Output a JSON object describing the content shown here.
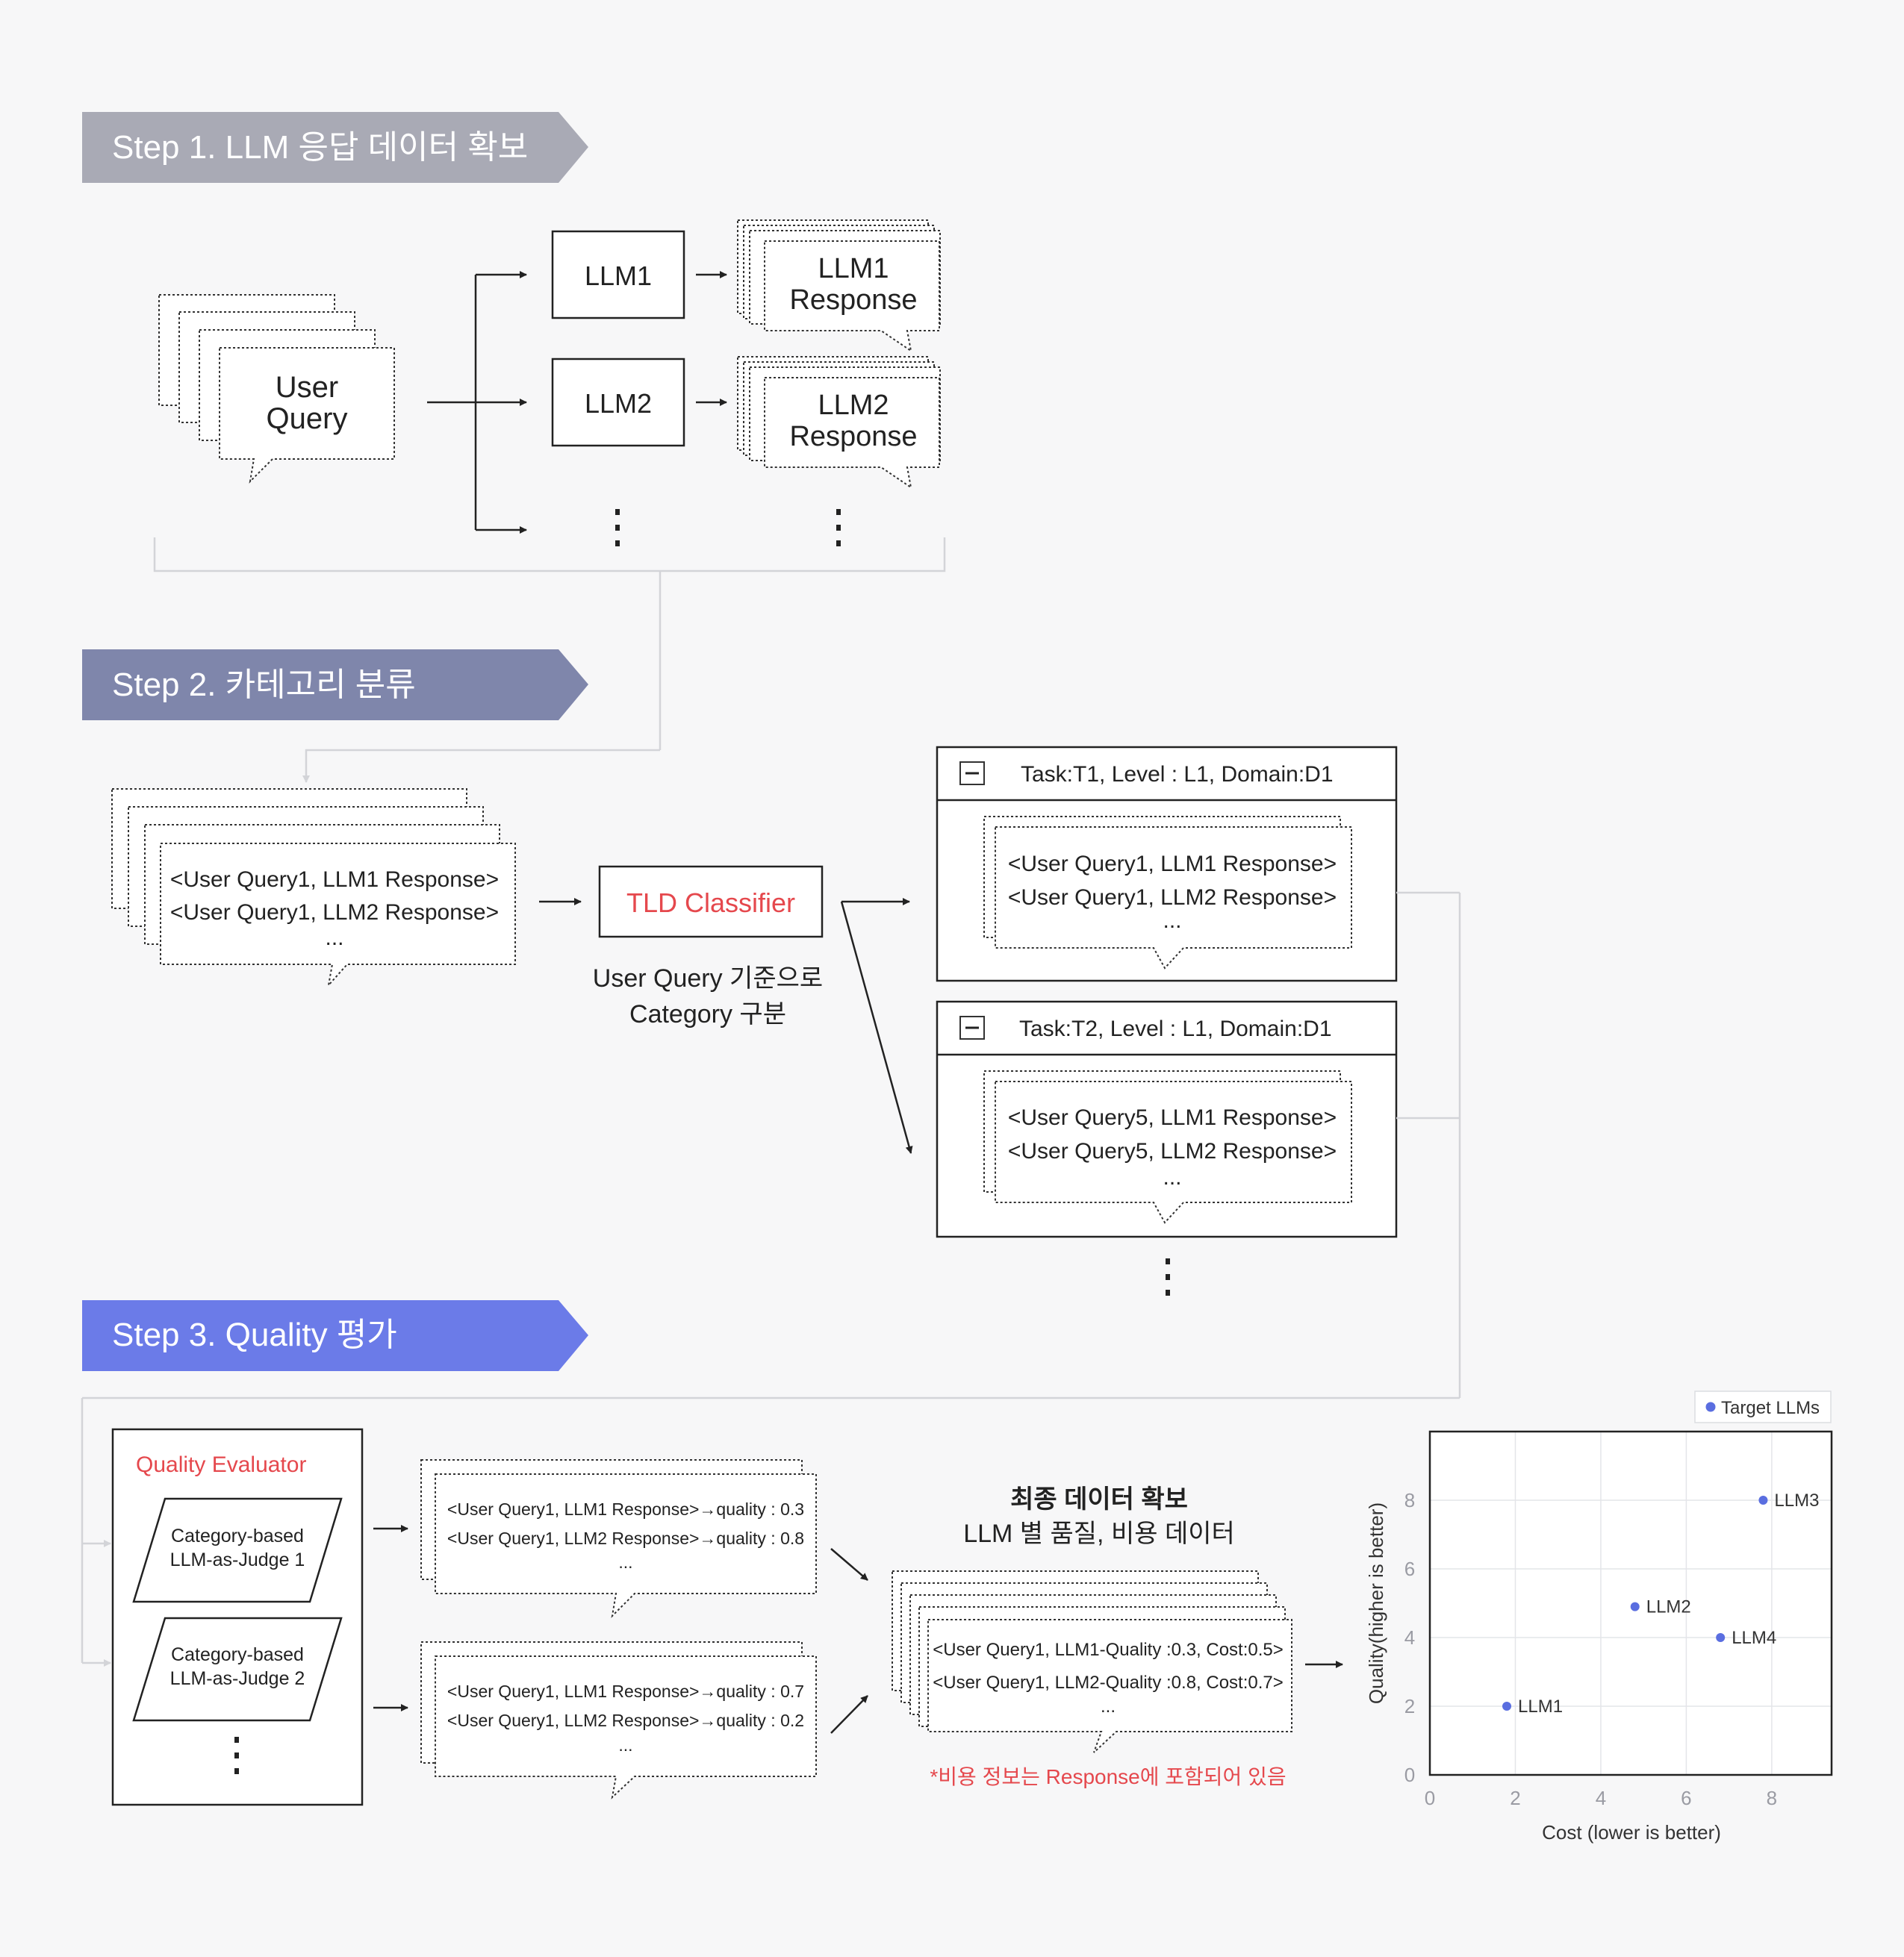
{
  "colors": {
    "background": "#f7f7f8",
    "step1": "#a9aab5",
    "step2": "#7f86ab",
    "step3": "#6b7be8",
    "accent_red": "#e5484d",
    "scatter_point": "#5a6ee0",
    "line": "#222222",
    "connector": "#d3d4d8"
  },
  "step1": {
    "banner": "Step 1. LLM  응답 데이터 확보",
    "user_query": [
      "User",
      "Query"
    ],
    "models": [
      "LLM1",
      "LLM2"
    ],
    "responses": [
      [
        "LLM1",
        "Response"
      ],
      [
        "LLM2",
        "Response"
      ]
    ]
  },
  "step2": {
    "banner": "Step 2. 카테고리 분류",
    "input_lines": [
      "<User Query1, LLM1 Response>",
      "<User Query1, LLM2 Response>",
      "..."
    ],
    "classifier": "TLD Classifier",
    "classifier_caption": [
      "User Query 기준으로",
      "Category 구분"
    ],
    "categories": [
      {
        "header": "Task:T1, Level : L1, Domain:D1",
        "lines": [
          "<User Query1, LLM1 Response>",
          "<User Query1, LLM2 Response>",
          "..."
        ]
      },
      {
        "header": "Task:T2, Level : L1, Domain:D1",
        "lines": [
          "<User Query5, LLM1 Response>",
          "<User Query5, LLM2 Response>",
          "..."
        ]
      }
    ]
  },
  "step3": {
    "banner": "Step 3. Quality 평가",
    "evaluator_title": "Quality Evaluator",
    "judges": [
      [
        "Category-based",
        "LLM-as-Judge 1"
      ],
      [
        "Category-based",
        "LLM-as-Judge 2"
      ]
    ],
    "judge_outputs": [
      [
        "<User Query1, LLM1 Response>→quality : 0.3",
        "<User Query1, LLM2 Response>→quality : 0.8",
        "..."
      ],
      [
        "<User Query1, LLM1 Response>→quality : 0.7",
        "<User Query1, LLM2 Response>→quality : 0.2",
        "..."
      ]
    ],
    "final_title": "최종 데이터 확보",
    "final_subtitle": "LLM 별 품질, 비용 데이터",
    "final_lines": [
      "<User Query1, LLM1-Quality :0.3, Cost:0.5>",
      "<User Query1, LLM2-Quality :0.8, Cost:0.7>",
      "..."
    ],
    "final_note": "*비용 정보는 Response에 포함되어 있음"
  },
  "chart_data": {
    "type": "scatter",
    "xlabel": "Cost (lower is better)",
    "ylabel": "Quality(higher is better)",
    "xlim": [
      0,
      9.4
    ],
    "ylim": [
      0,
      10
    ],
    "xticks": [
      0,
      2,
      4,
      6,
      8
    ],
    "yticks": [
      0,
      2,
      4,
      6,
      8
    ],
    "grid": true,
    "legend": "top-right",
    "series": [
      {
        "name": "Target LLMs",
        "points": [
          {
            "label": "LLM1",
            "x": 1.8,
            "y": 2
          },
          {
            "label": "LLM2",
            "x": 4.8,
            "y": 4.9
          },
          {
            "label": "LLM3",
            "x": 7.8,
            "y": 8
          },
          {
            "label": "LLM4",
            "x": 6.8,
            "y": 4
          }
        ]
      }
    ]
  }
}
